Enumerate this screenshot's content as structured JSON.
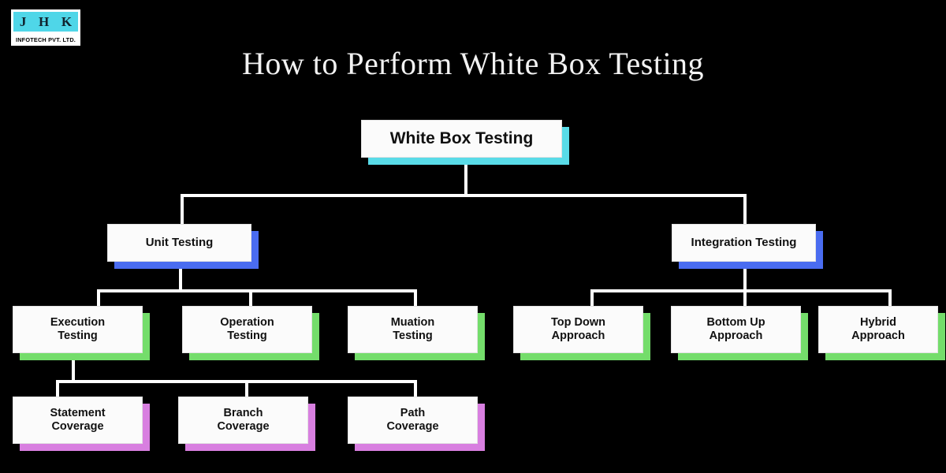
{
  "page": {
    "background_color": "#000000",
    "title": "How to Perform White Box Testing"
  },
  "logo": {
    "letters": [
      "J",
      "H",
      "K"
    ],
    "subtitle": "INFOTECH PVT. LTD.",
    "mark_color": "#4fd6e8",
    "plate_color": "#ffffff"
  },
  "colors": {
    "connector": "#ffffff",
    "node_face": "#fbfbfb",
    "node_text": "#111111",
    "root_shadow": "#59dbe8",
    "level2_shadow": "#4a6cf0",
    "level3_shadow": "#74dd6b",
    "level4_shadow": "#d munknown"
  },
  "diagram": {
    "type": "tree",
    "root": {
      "label": "White Box Testing",
      "shadow_color": "#59dbe8"
    },
    "level2": [
      {
        "label": "Unit Testing",
        "shadow_color": "#4a6cf0"
      },
      {
        "label": "Integration Testing",
        "shadow_color": "#4a6cf0"
      }
    ],
    "level3_unit": [
      {
        "label_line1": "Execution",
        "label_line2": "Testing",
        "shadow_color": "#74dd6b"
      },
      {
        "label_line1": "Operation",
        "label_line2": "Testing",
        "shadow_color": "#74dd6b"
      },
      {
        "label_line1": "Muation",
        "label_line2": "Testing",
        "shadow_color": "#74dd6b"
      }
    ],
    "level3_integration": [
      {
        "label_line1": "Top Down",
        "label_line2": "Approach",
        "shadow_color": "#74dd6b"
      },
      {
        "label_line1": "Bottom Up",
        "label_line2": "Approach",
        "shadow_color": "#74dd6b"
      },
      {
        "label_line1": "Hybrid",
        "label_line2": "Approach",
        "shadow_color": "#74dd6b"
      }
    ],
    "level4": [
      {
        "label_line1": "Statement",
        "label_line2": "Coverage",
        "shadow_color": "#d87fe0"
      },
      {
        "label_line1": "Branch",
        "label_line2": "Coverage",
        "shadow_color": "#d87fe0"
      },
      {
        "label_line1": "Path",
        "label_line2": "Coverage",
        "shadow_color": "#d87fe0"
      }
    ]
  }
}
